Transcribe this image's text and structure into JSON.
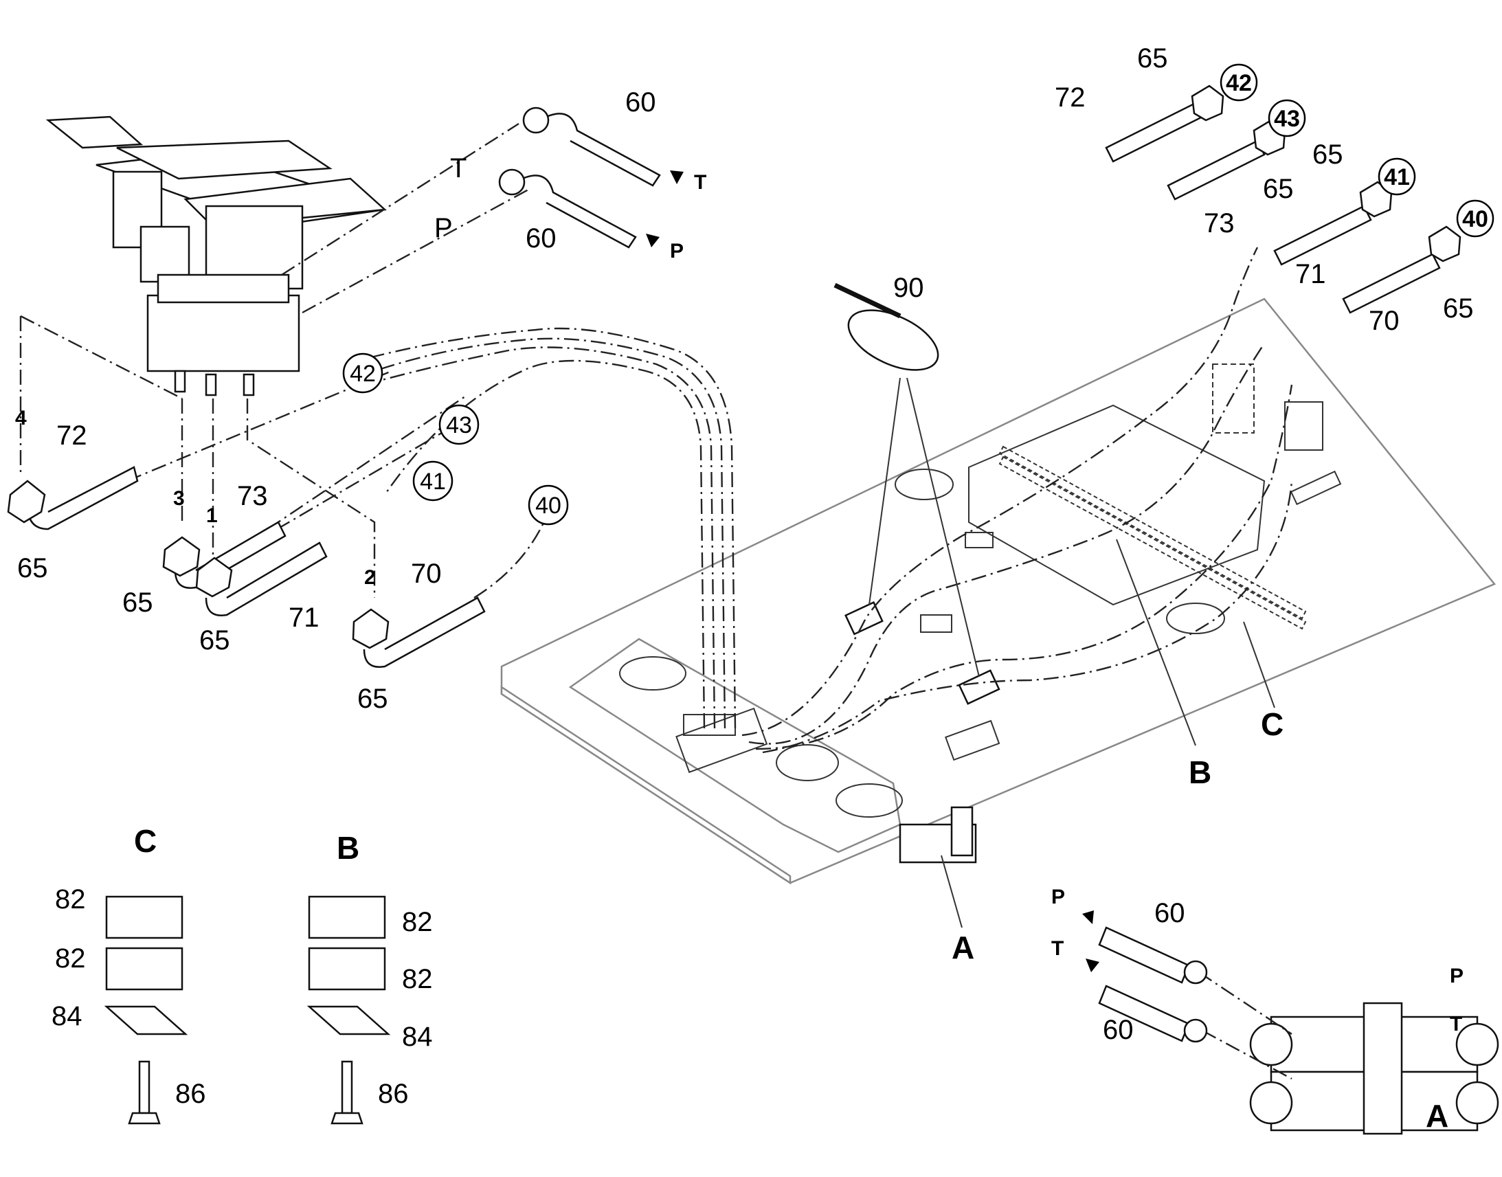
{
  "diagram": {
    "callouts": {
      "c40": "40",
      "c41": "41",
      "c42": "42",
      "c43": "43"
    },
    "ports": {
      "p1": "1",
      "p2": "2",
      "p3": "3",
      "p4": "4"
    },
    "parts": {
      "n60": "60",
      "n65": "65",
      "n70": "70",
      "n71": "71",
      "n72": "72",
      "n73": "73",
      "n82": "82",
      "n84": "84",
      "n86": "86",
      "n90": "90"
    },
    "letters": {
      "A": "A",
      "B": "B",
      "C": "C",
      "P": "P",
      "T": "T"
    }
  }
}
